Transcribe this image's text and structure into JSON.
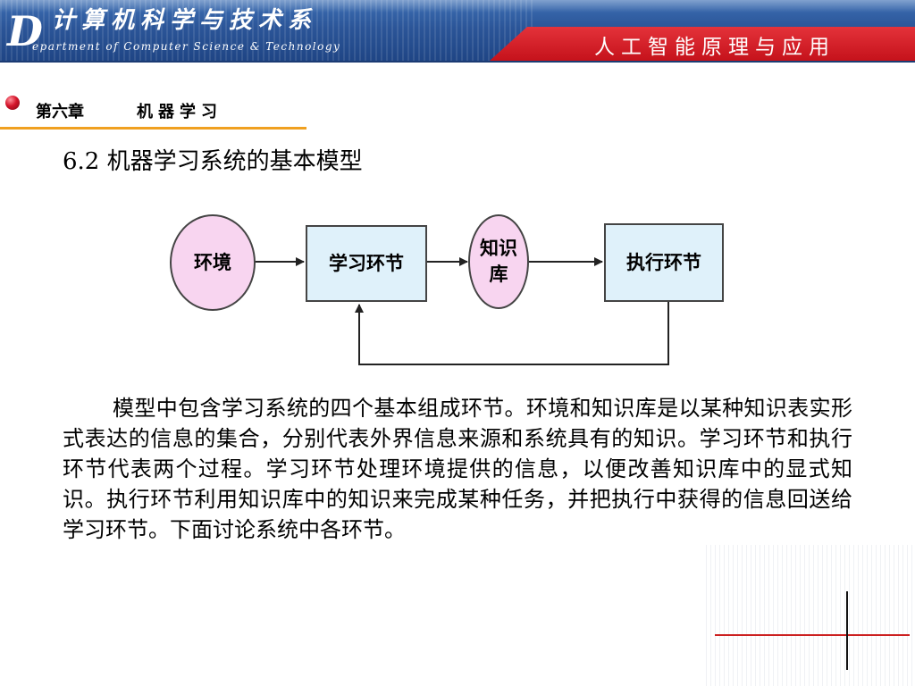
{
  "header": {
    "logo_letter": "D",
    "dept_cn": "计算机科学与技术系",
    "dept_en": "epartment of Computer Science & Technology",
    "course_title": "人工智能原理与应用"
  },
  "chapter": {
    "number": "第六章",
    "title": "机器学习"
  },
  "section": {
    "title": "6.2  机器学习系统的基本模型"
  },
  "diagram": {
    "environment": "环境",
    "learning": "学习环节",
    "knowledge_line1": "知识",
    "knowledge_line2": "库",
    "execution": "执行环节"
  },
  "body": {
    "paragraph": "模型中包含学习系统的四个基本组成环节。环境和知识库是以某种知识表实形式表达的信息的集合，分别代表外界信息来源和系统具有的知识。学习环节和执行环节代表两个过程。学习环节处理环境提供的信息，以便改善知识库中的显式知识。执行环节利用知识库中的知识来完成某种任务，并把执行中获得的信息回送给学习环节。下面讨论系统中各环节。"
  },
  "colors": {
    "header_blue": "#2b5598",
    "course_red": "#c5121b",
    "accent_orange": "#f0a020",
    "node_pink": "#f8d5f0",
    "node_blue": "#dff1fa"
  }
}
